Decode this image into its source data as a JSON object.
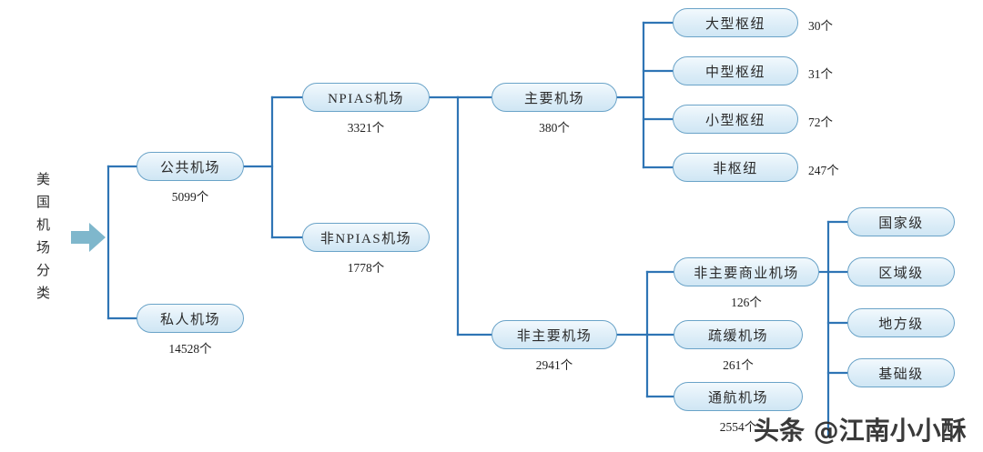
{
  "root": {
    "label": "美国机场分类",
    "chars": [
      "美",
      "国",
      "机",
      "场",
      "分",
      "类"
    ],
    "arrow_icon": "right-arrow-icon"
  },
  "colors": {
    "node_border": "#6aa3c8",
    "node_fill_top": "#f2f9fd",
    "node_fill_bottom": "#cfe6f4",
    "connector": "#2f75b5",
    "arrow": "#7fb7cc",
    "text": "#2b2b2b"
  },
  "watermark": "头条 @江南小小酥",
  "nodes": {
    "public_airport": {
      "label": "公共机场",
      "count": "5099个"
    },
    "private_airport": {
      "label": "私人机场",
      "count": "14528个"
    },
    "npias_airport": {
      "label": "NPIAS机场",
      "count": "3321个"
    },
    "non_npias_airport": {
      "label": "非NPIAS机场",
      "count": "1778个"
    },
    "primary_airport": {
      "label": "主要机场",
      "count": "380个"
    },
    "non_primary_airport": {
      "label": "非主要机场",
      "count": "2941个"
    },
    "large_hub": {
      "label": "大型枢纽",
      "count": "30个"
    },
    "medium_hub": {
      "label": "中型枢纽",
      "count": "31个"
    },
    "small_hub": {
      "label": "小型枢纽",
      "count": "72个"
    },
    "non_hub": {
      "label": "非枢纽",
      "count": "247个"
    },
    "non_primary_commercial": {
      "label": "非主要商业机场",
      "count": "126个"
    },
    "reliever_airport": {
      "label": "疏缓机场",
      "count": "261个"
    },
    "general_aviation": {
      "label": "通航机场",
      "count": "2554个"
    },
    "national_level": {
      "label": "国家级",
      "count": ""
    },
    "regional_level": {
      "label": "区域级",
      "count": ""
    },
    "local_level": {
      "label": "地方级",
      "count": ""
    },
    "basic_level": {
      "label": "基础级",
      "count": ""
    }
  },
  "hierarchy": {
    "level1": [
      "公共机场",
      "私人机场"
    ],
    "public_children": [
      "NPIAS机场",
      "非NPIAS机场"
    ],
    "npias_children": [
      "主要机场",
      "非主要机场"
    ],
    "primary_children": [
      "大型枢纽",
      "中型枢纽",
      "小型枢纽",
      "非枢纽"
    ],
    "non_primary_children": [
      "非主要商业机场",
      "疏缓机场",
      "通航机场"
    ],
    "commercial_children": [
      "国家级",
      "区域级",
      "地方级",
      "基础级"
    ]
  }
}
